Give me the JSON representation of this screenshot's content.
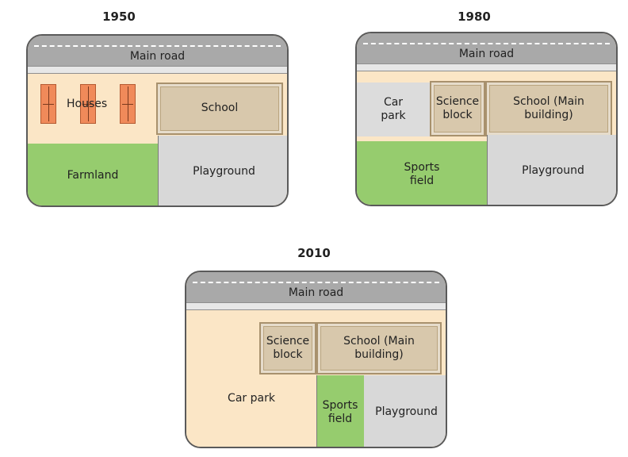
{
  "maps": [
    {
      "year": "1950",
      "road": "Main road",
      "houses_label": "Houses",
      "school": "School",
      "farmland": "Farmland",
      "playground": "Playground"
    },
    {
      "year": "1980",
      "road": "Main road",
      "car_park": "Car park",
      "science_block": "Science block",
      "school": "School (Main building)",
      "sports_field": "Sports field",
      "playground": "Playground"
    },
    {
      "year": "2010",
      "road": "Main road",
      "science_block": "Science block",
      "school": "School (Main building)",
      "car_park": "Car park",
      "sports_field": "Sports field",
      "playground": "Playground"
    }
  ],
  "colors": {
    "road": "#a9a9a9",
    "farmland": "#96cc6e",
    "playground": "#d8d8d8",
    "building": "#d8c8ac",
    "houses": "#f08a5a",
    "ground": "#fbe6c6"
  }
}
